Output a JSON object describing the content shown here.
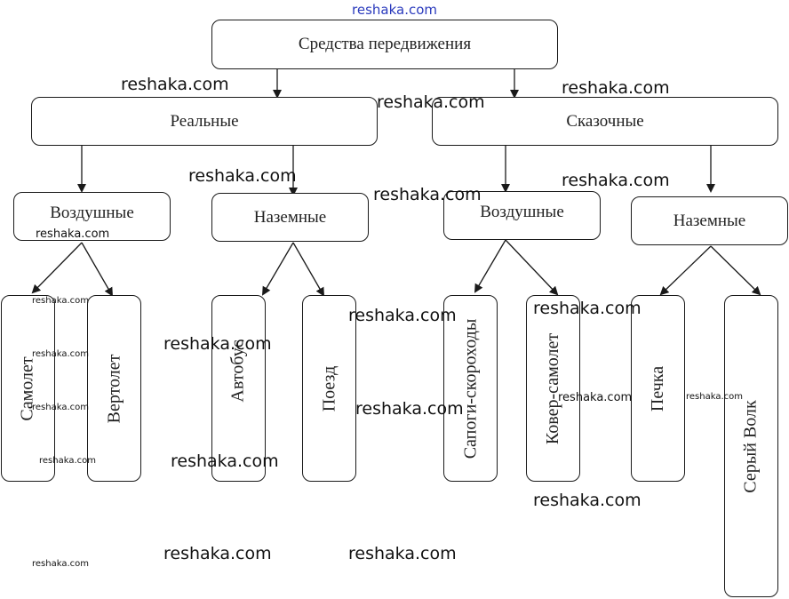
{
  "diagram": {
    "root": "Средства передвижения",
    "level1": {
      "real": "Реальные",
      "fairy": "Сказочные"
    },
    "level2": {
      "real_air": "Воздушные",
      "real_ground": "Наземные",
      "fairy_air": "Воздушные",
      "fairy_ground": "Наземные"
    },
    "leaves": {
      "plane": "Самолет",
      "helicopter": "Вертолет",
      "bus": "Автобус",
      "train": "Поезд",
      "boots": "Сапоги-скороходы",
      "carpet": "Ковер-самолет",
      "stove": "Печка",
      "wolf": "Серый Волк"
    }
  },
  "watermark": "reshaka.com",
  "colors": {
    "stroke": "#1a1a1a",
    "watermark_blue": "#2b3bbd"
  }
}
